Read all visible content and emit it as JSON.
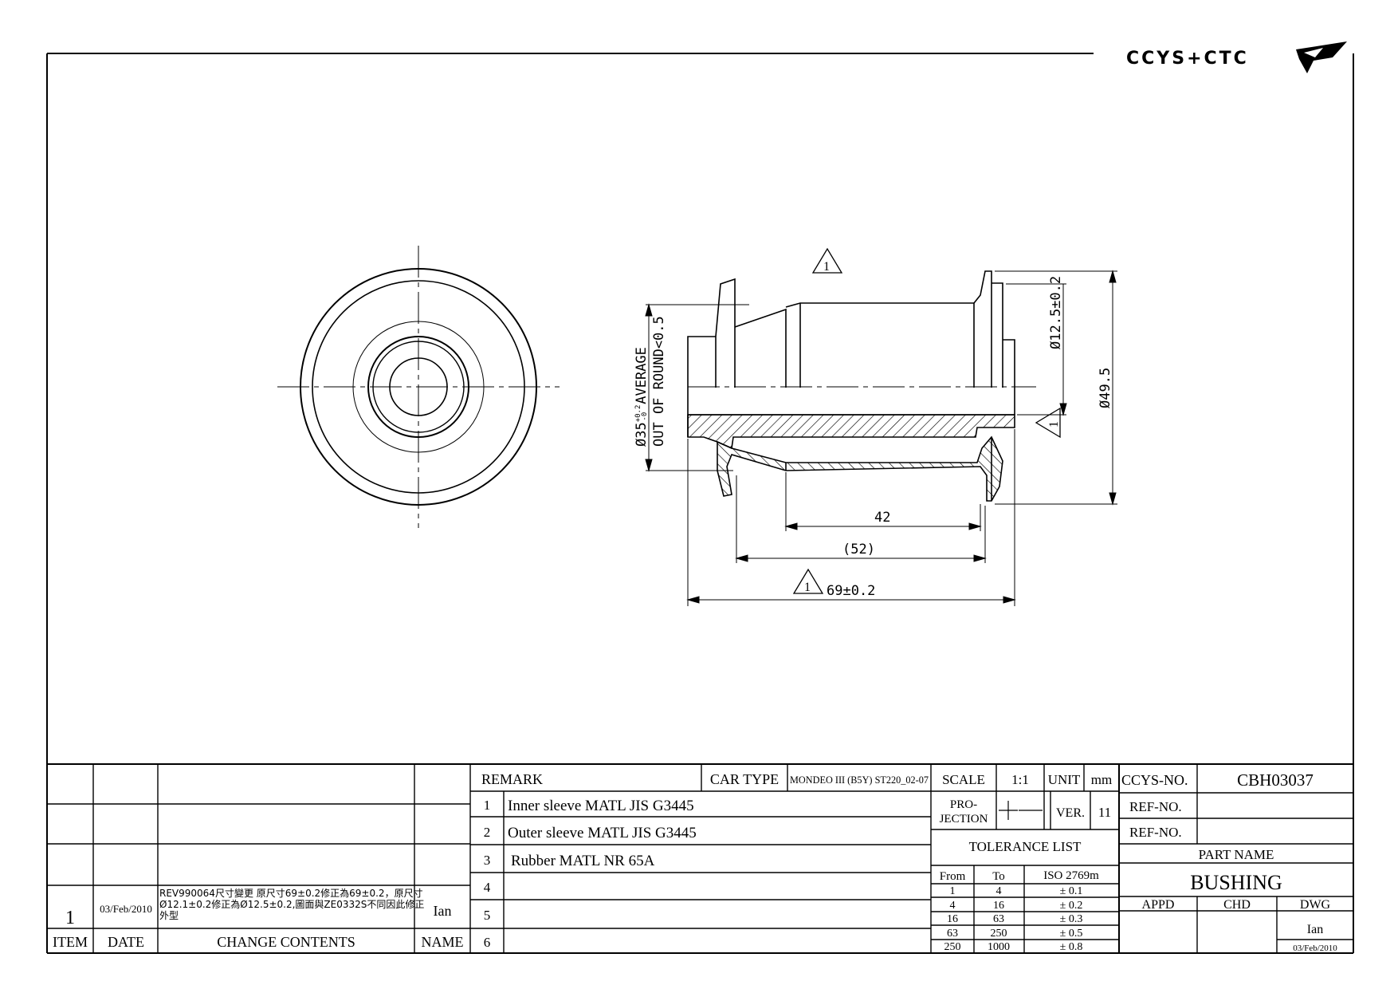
{
  "brand": {
    "logo_text": "CCYS+CTC"
  },
  "dimensions": {
    "outer_dia": "Ø35",
    "tol_up": "+0.2",
    "tol_low": "-0",
    "average": "AVERAGE",
    "out_of_round": "OUT OF ROUND<0.5",
    "inner_dia": "Ø12.5±0.2",
    "flange_dia": "Ø49.5",
    "len_42": "42",
    "len_52": "(52)",
    "len_69": "69±0.2",
    "delta_mark": "1"
  },
  "revision": {
    "header": {
      "item": "ITEM",
      "date": "DATE",
      "contents": "CHANGE CONTENTS",
      "name": "NAME"
    },
    "entry": {
      "item": "1",
      "date": "03/Feb/2010",
      "line1": "REV990064尺寸變更 原尺寸69±0.2修正為69±0.2，原尺寸",
      "line2": "Ø12.1±0.2修正為Ø12.5±0.2,圖面與ZE0332S不同因此修正",
      "line3": "外型",
      "name": "Ian"
    }
  },
  "remarks": {
    "label": "REMARK",
    "car_type_label": "CAR TYPE",
    "car_type_value": "MONDEO III (B5Y) ST220_02-07",
    "items": [
      {
        "no": "1",
        "text": "Inner sleeve MATL JIS G3445"
      },
      {
        "no": "2",
        "text": "Outer sleeve MATL JIS G3445"
      },
      {
        "no": "3",
        "text": "Rubber MATL NR 65A"
      },
      {
        "no": "4",
        "text": ""
      },
      {
        "no": "5",
        "text": ""
      },
      {
        "no": "6",
        "text": ""
      }
    ]
  },
  "spec": {
    "scale_label": "SCALE",
    "scale_value": "1:1",
    "unit_label": "UNIT",
    "unit_value": "mm",
    "projection_label_1": "PRO-",
    "projection_label_2": "JECTION",
    "ver_label": "VER.",
    "ver_value": "11"
  },
  "tolerance": {
    "title": "TOLERANCE LIST",
    "headers": [
      "From",
      "To",
      "ISO 2769m"
    ],
    "rows": [
      [
        "1",
        "4",
        "± 0.1"
      ],
      [
        "4",
        "16",
        "± 0.2"
      ],
      [
        "16",
        "63",
        "± 0.3"
      ],
      [
        "63",
        "250",
        "± 0.5"
      ],
      [
        "250",
        "1000",
        "± 0.8"
      ]
    ]
  },
  "part": {
    "ccys_no_label": "CCYS-NO.",
    "ccys_no_value": "CBH03037",
    "ref_no_label_1": "REF-NO.",
    "ref_no_label_2": "REF-NO.",
    "part_name_label": "PART NAME",
    "part_name_value": "BUSHING",
    "appd_label": "APPD",
    "chd_label": "CHD",
    "dwg_label": "DWG",
    "dwg_name": "Ian",
    "dwg_date": "03/Feb/2010"
  }
}
